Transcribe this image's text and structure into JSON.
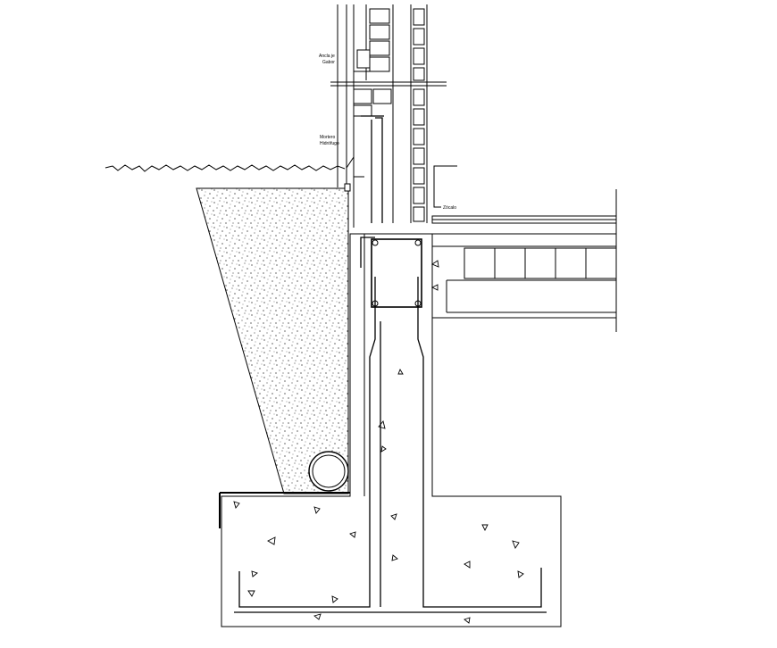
{
  "drawing": {
    "labels": {
      "anchor": "Ancla je",
      "anchor_sub": "Gabor",
      "mortar": "Mortero",
      "mortar_sub": "Hidrófugo",
      "baseboard": "Zócalo"
    }
  }
}
